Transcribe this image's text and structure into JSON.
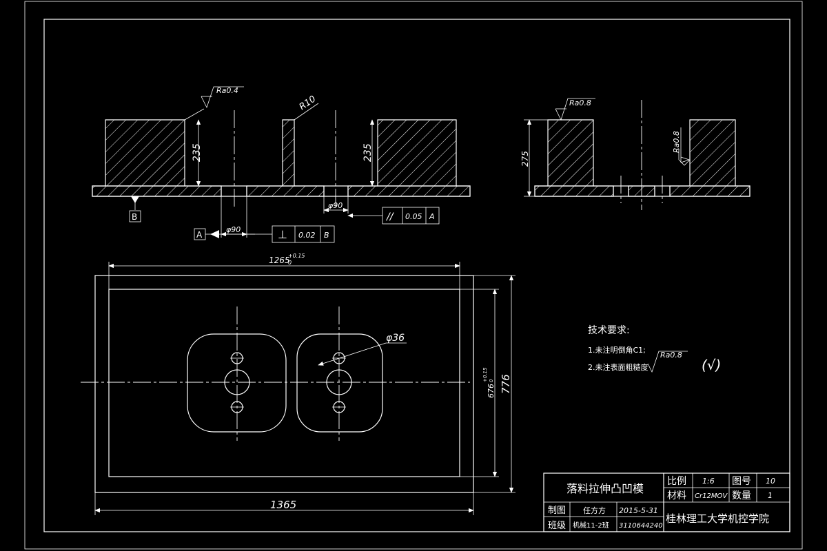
{
  "front_view": {
    "roughness_top": "Ra0.4",
    "radius_label": "R10",
    "height_left": "235",
    "height_right": "235",
    "hole_left": "φ90",
    "hole_right": "φ90",
    "datum_bottom": "B",
    "datum_hole": "A",
    "tol_perp": {
      "symbol": "⊥",
      "value": "0.02",
      "datum": "B"
    },
    "tol_parallel": {
      "symbol": "//",
      "value": "0.05",
      "datum": "A"
    }
  },
  "side_view": {
    "roughness_top": "Ra0.8",
    "roughness_inner": "Ra0.8",
    "height": "275"
  },
  "top_view": {
    "width_inner": "1265",
    "width_inner_tol_upper": "+0.15",
    "width_inner_tol_lower": "0",
    "width_outer": "1365",
    "height_outer": "776",
    "height_inner": "676",
    "height_inner_tol_upper": "+0.15",
    "height_inner_tol_lower": "0",
    "hole_dia": "φ36"
  },
  "tech_requirements": {
    "title": "技术要求:",
    "item1": "1.未注明倒角C1;",
    "item2": "2.未注表面粗糙度",
    "roughness": "Ra0.8",
    "mark": "(√)"
  },
  "title_block": {
    "part_name": "落料拉伸凸凹模",
    "scale_label": "比例",
    "scale_value": "1:6",
    "drawing_no_label": "图号",
    "drawing_no_value": "10",
    "material_label": "材料",
    "material_value": "Cr12MOV",
    "qty_label": "数量",
    "qty_value": "1",
    "drawn_label": "制图",
    "drawn_name": "任方方",
    "date": "2015-5-31",
    "class_label": "班级",
    "class_value": "机械11-2班",
    "student_id": "3110644240",
    "school": "桂林理工大学机控学院"
  }
}
